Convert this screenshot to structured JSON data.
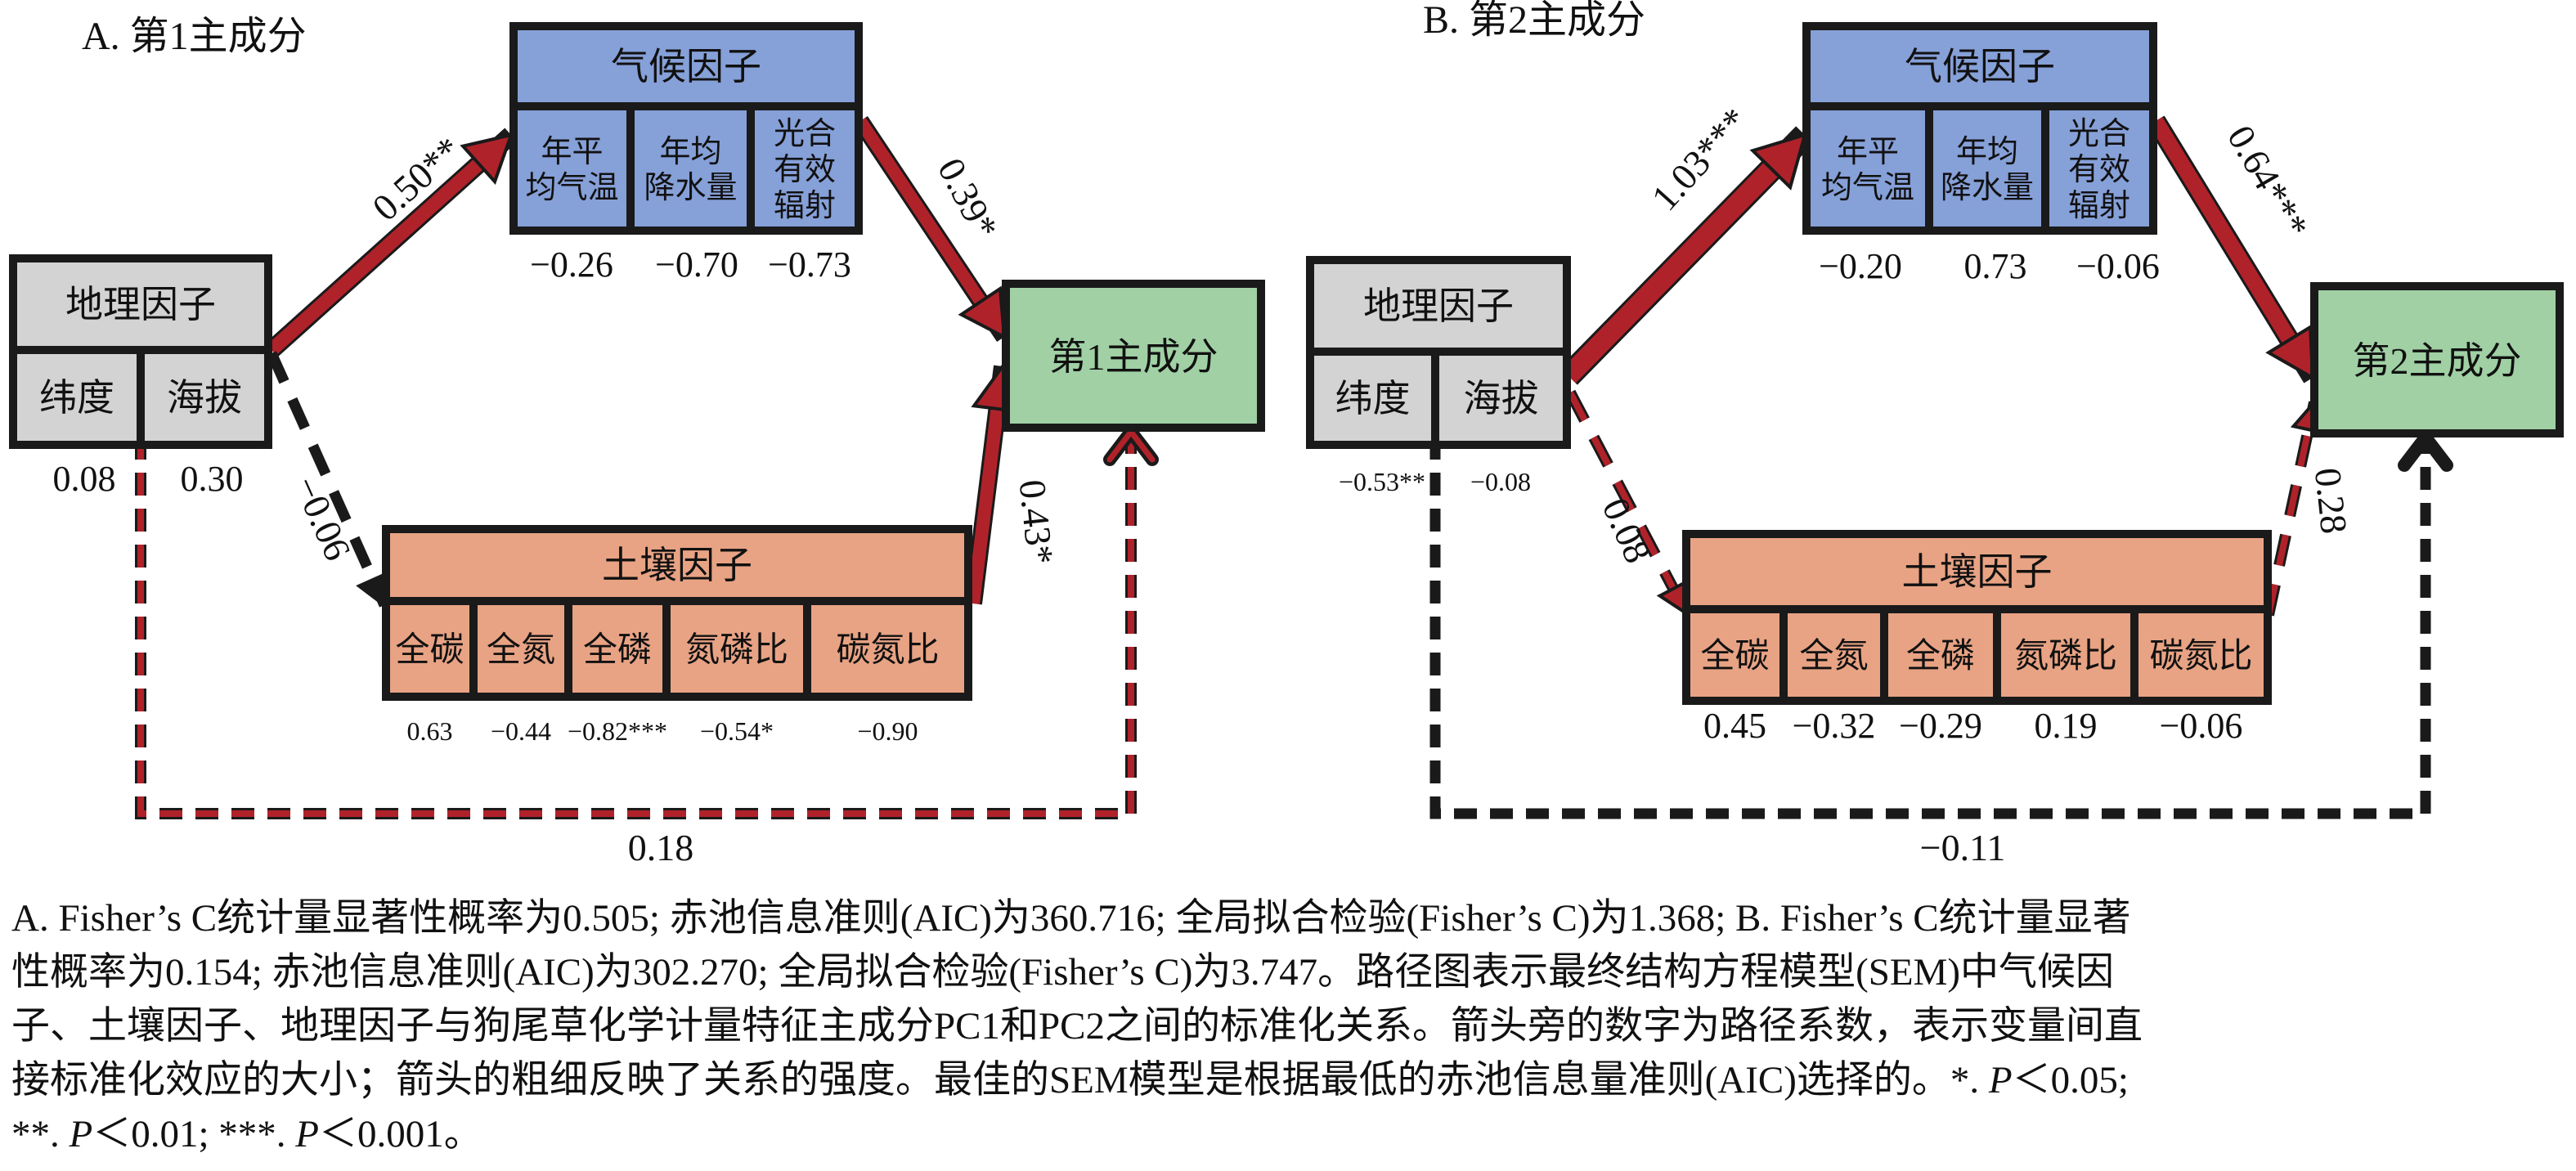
{
  "colors": {
    "climate": "#86A0D8",
    "soil": "#E8A384",
    "geo": "#D3D3D3",
    "pc": "#A0D0A4",
    "sig_arrow": "#B0222A",
    "nonsig_black": "#1A1A1A",
    "outline": "#1A1A1A"
  },
  "panels": [
    {
      "id": "A",
      "title": "A. 第1主成分",
      "climate": {
        "title": "气候因子",
        "cells": [
          {
            "label_lines": [
              "年平",
              "均气温"
            ],
            "loading": "−0.26"
          },
          {
            "label_lines": [
              "年均",
              "降水量"
            ],
            "loading": "−0.70"
          },
          {
            "label_lines": [
              "光合",
              "有效",
              "辐射"
            ],
            "loading": "−0.73"
          }
        ]
      },
      "geo": {
        "title": "地理因子",
        "cells": [
          {
            "label": "纬度",
            "loading": "0.08"
          },
          {
            "label": "海拔",
            "loading": "0.30"
          }
        ]
      },
      "soil": {
        "title": "土壤因子",
        "cells": [
          {
            "label": "全碳",
            "loading": "0.63"
          },
          {
            "label": "全氮",
            "loading": "−0.44"
          },
          {
            "label": "全磷",
            "loading": "−0.82***"
          },
          {
            "label": "氮磷比",
            "loading": "−0.54*"
          },
          {
            "label": "碳氮比",
            "loading": "−0.90"
          }
        ]
      },
      "outcome": {
        "title": "第1主成分"
      },
      "paths": [
        {
          "from": "geo",
          "to": "climate",
          "coef": "0.50**",
          "value": 0.5,
          "significant": true,
          "style": "solid-red"
        },
        {
          "from": "climate",
          "to": "outcome",
          "coef": "0.39*",
          "value": 0.39,
          "significant": true,
          "style": "solid-red"
        },
        {
          "from": "soil",
          "to": "outcome",
          "coef": "0.43*",
          "value": 0.43,
          "significant": true,
          "style": "solid-red"
        },
        {
          "from": "geo",
          "to": "soil",
          "coef": "−0.06",
          "value": -0.06,
          "significant": false,
          "style": "dashed-black"
        },
        {
          "from": "geo",
          "to": "outcome",
          "coef": "0.18",
          "value": 0.18,
          "significant": false,
          "style": "dashed-red"
        }
      ]
    },
    {
      "id": "B",
      "title": "B. 第2主成分",
      "climate": {
        "title": "气候因子",
        "cells": [
          {
            "label_lines": [
              "年平",
              "均气温"
            ],
            "loading": "−0.20"
          },
          {
            "label_lines": [
              "年均",
              "降水量"
            ],
            "loading": "0.73"
          },
          {
            "label_lines": [
              "光合",
              "有效",
              "辐射"
            ],
            "loading": "−0.06"
          }
        ]
      },
      "geo": {
        "title": "地理因子",
        "cells": [
          {
            "label": "纬度",
            "loading": "−0.53**"
          },
          {
            "label": "海拔",
            "loading": "−0.08"
          }
        ]
      },
      "soil": {
        "title": "土壤因子",
        "cells": [
          {
            "label": "全碳",
            "loading": "0.45"
          },
          {
            "label": "全氮",
            "loading": "−0.32"
          },
          {
            "label": "全磷",
            "loading": "−0.29"
          },
          {
            "label": "氮磷比",
            "loading": "0.19"
          },
          {
            "label": "碳氮比",
            "loading": "−0.06"
          }
        ]
      },
      "outcome": {
        "title": "第2主成分"
      },
      "paths": [
        {
          "from": "geo",
          "to": "climate",
          "coef": "1.03***",
          "value": 1.03,
          "significant": true,
          "style": "solid-red"
        },
        {
          "from": "climate",
          "to": "outcome",
          "coef": "0.64***",
          "value": 0.64,
          "significant": true,
          "style": "solid-red"
        },
        {
          "from": "soil",
          "to": "outcome",
          "coef": "0.28",
          "value": 0.28,
          "significant": false,
          "style": "dashed-red"
        },
        {
          "from": "geo",
          "to": "soil",
          "coef": "0.08",
          "value": 0.08,
          "significant": false,
          "style": "dashed-red"
        },
        {
          "from": "geo",
          "to": "outcome",
          "coef": "−0.11",
          "value": -0.11,
          "significant": false,
          "style": "dashed-black"
        }
      ]
    }
  ],
  "caption": {
    "line1": "A. Fisher’s C统计量显著性概率为0.505; 赤池信息准则(AIC)为360.716; 全局拟合检验(Fisher’s C)为1.368; B. Fisher’s C统计量显著",
    "line2": "性概率为0.154; 赤池信息准则(AIC)为302.270; 全局拟合检验(Fisher’s C)为3.747。路径图表示最终结构方程模型(SEM)中气候因",
    "line3": "子、土壤因子、地理因子与狗尾草化学计量特征主成分PC1和PC2之间的标准化关系。箭头旁的数字为路径系数，表示变量间直",
    "line4_pre": "接标准化效应的大小；箭头的粗细反映了关系的强度。最佳的SEM模型是根据最低的赤池信息量准则(AIC)选择的。*. ",
    "p_symbol": "P",
    "line4_post": "＜0.05;",
    "line5_a": "**. ",
    "line5_b": "＜0.01; ***. ",
    "line5_c": "＜0.001。"
  }
}
